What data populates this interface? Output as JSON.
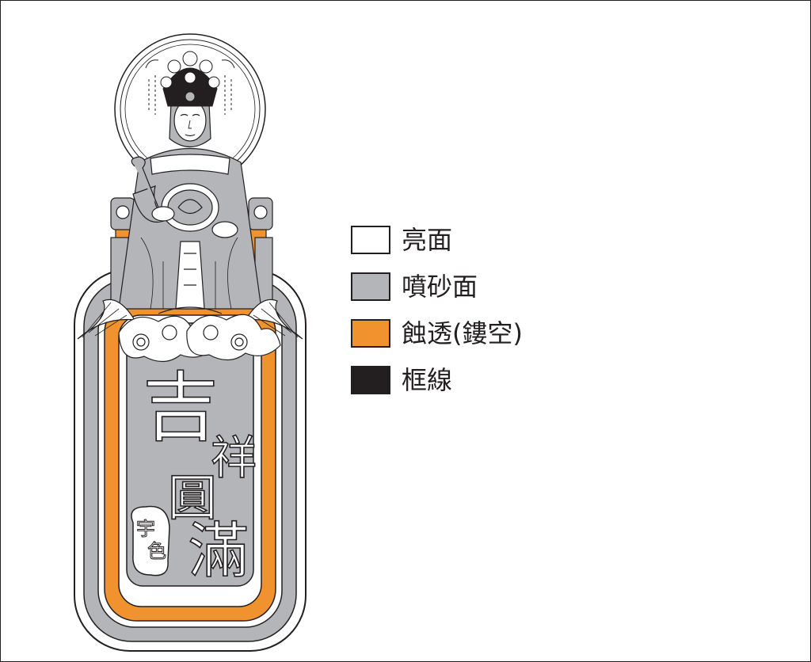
{
  "colors": {
    "bright": "#ffffff",
    "sandblast": "#b4b5b8",
    "etch": "#f0932e",
    "frame": "#231f20"
  },
  "plaque": {
    "calligraphy": {
      "char1": "吉",
      "char2": "祥",
      "char3": "圓",
      "char4": "滿"
    },
    "seal": {
      "char1": "宇",
      "char2": "色"
    }
  },
  "legend": {
    "items": [
      {
        "label": "亮面",
        "color": "#ffffff"
      },
      {
        "label": "噴砂面",
        "color": "#b4b5b8"
      },
      {
        "label": "蝕透(鏤空)",
        "color": "#f0932e"
      },
      {
        "label": "框線",
        "color": "#231f20"
      }
    ]
  }
}
